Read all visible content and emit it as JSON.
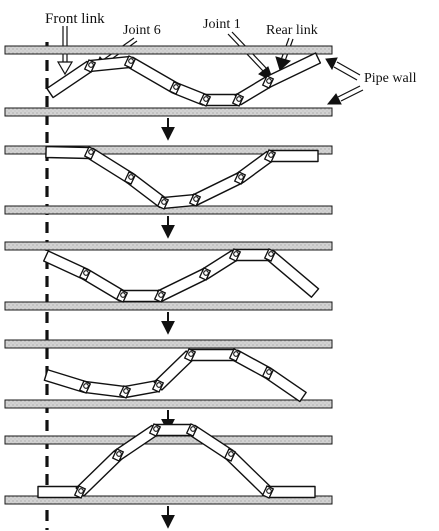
{
  "labels": {
    "front_link": "Front link",
    "joint6": "Joint 6",
    "joint1": "Joint 1",
    "rear_link": "Rear link",
    "pipe_wall": "Pipe wall"
  },
  "colors": {
    "wall_fill": "#d3d3d3",
    "wall_stroke": "#1a1a1a",
    "link_fill": "#ffffff",
    "ink": "#111111"
  },
  "stage_count": 5,
  "link_count": 7,
  "joint_count": 6
}
